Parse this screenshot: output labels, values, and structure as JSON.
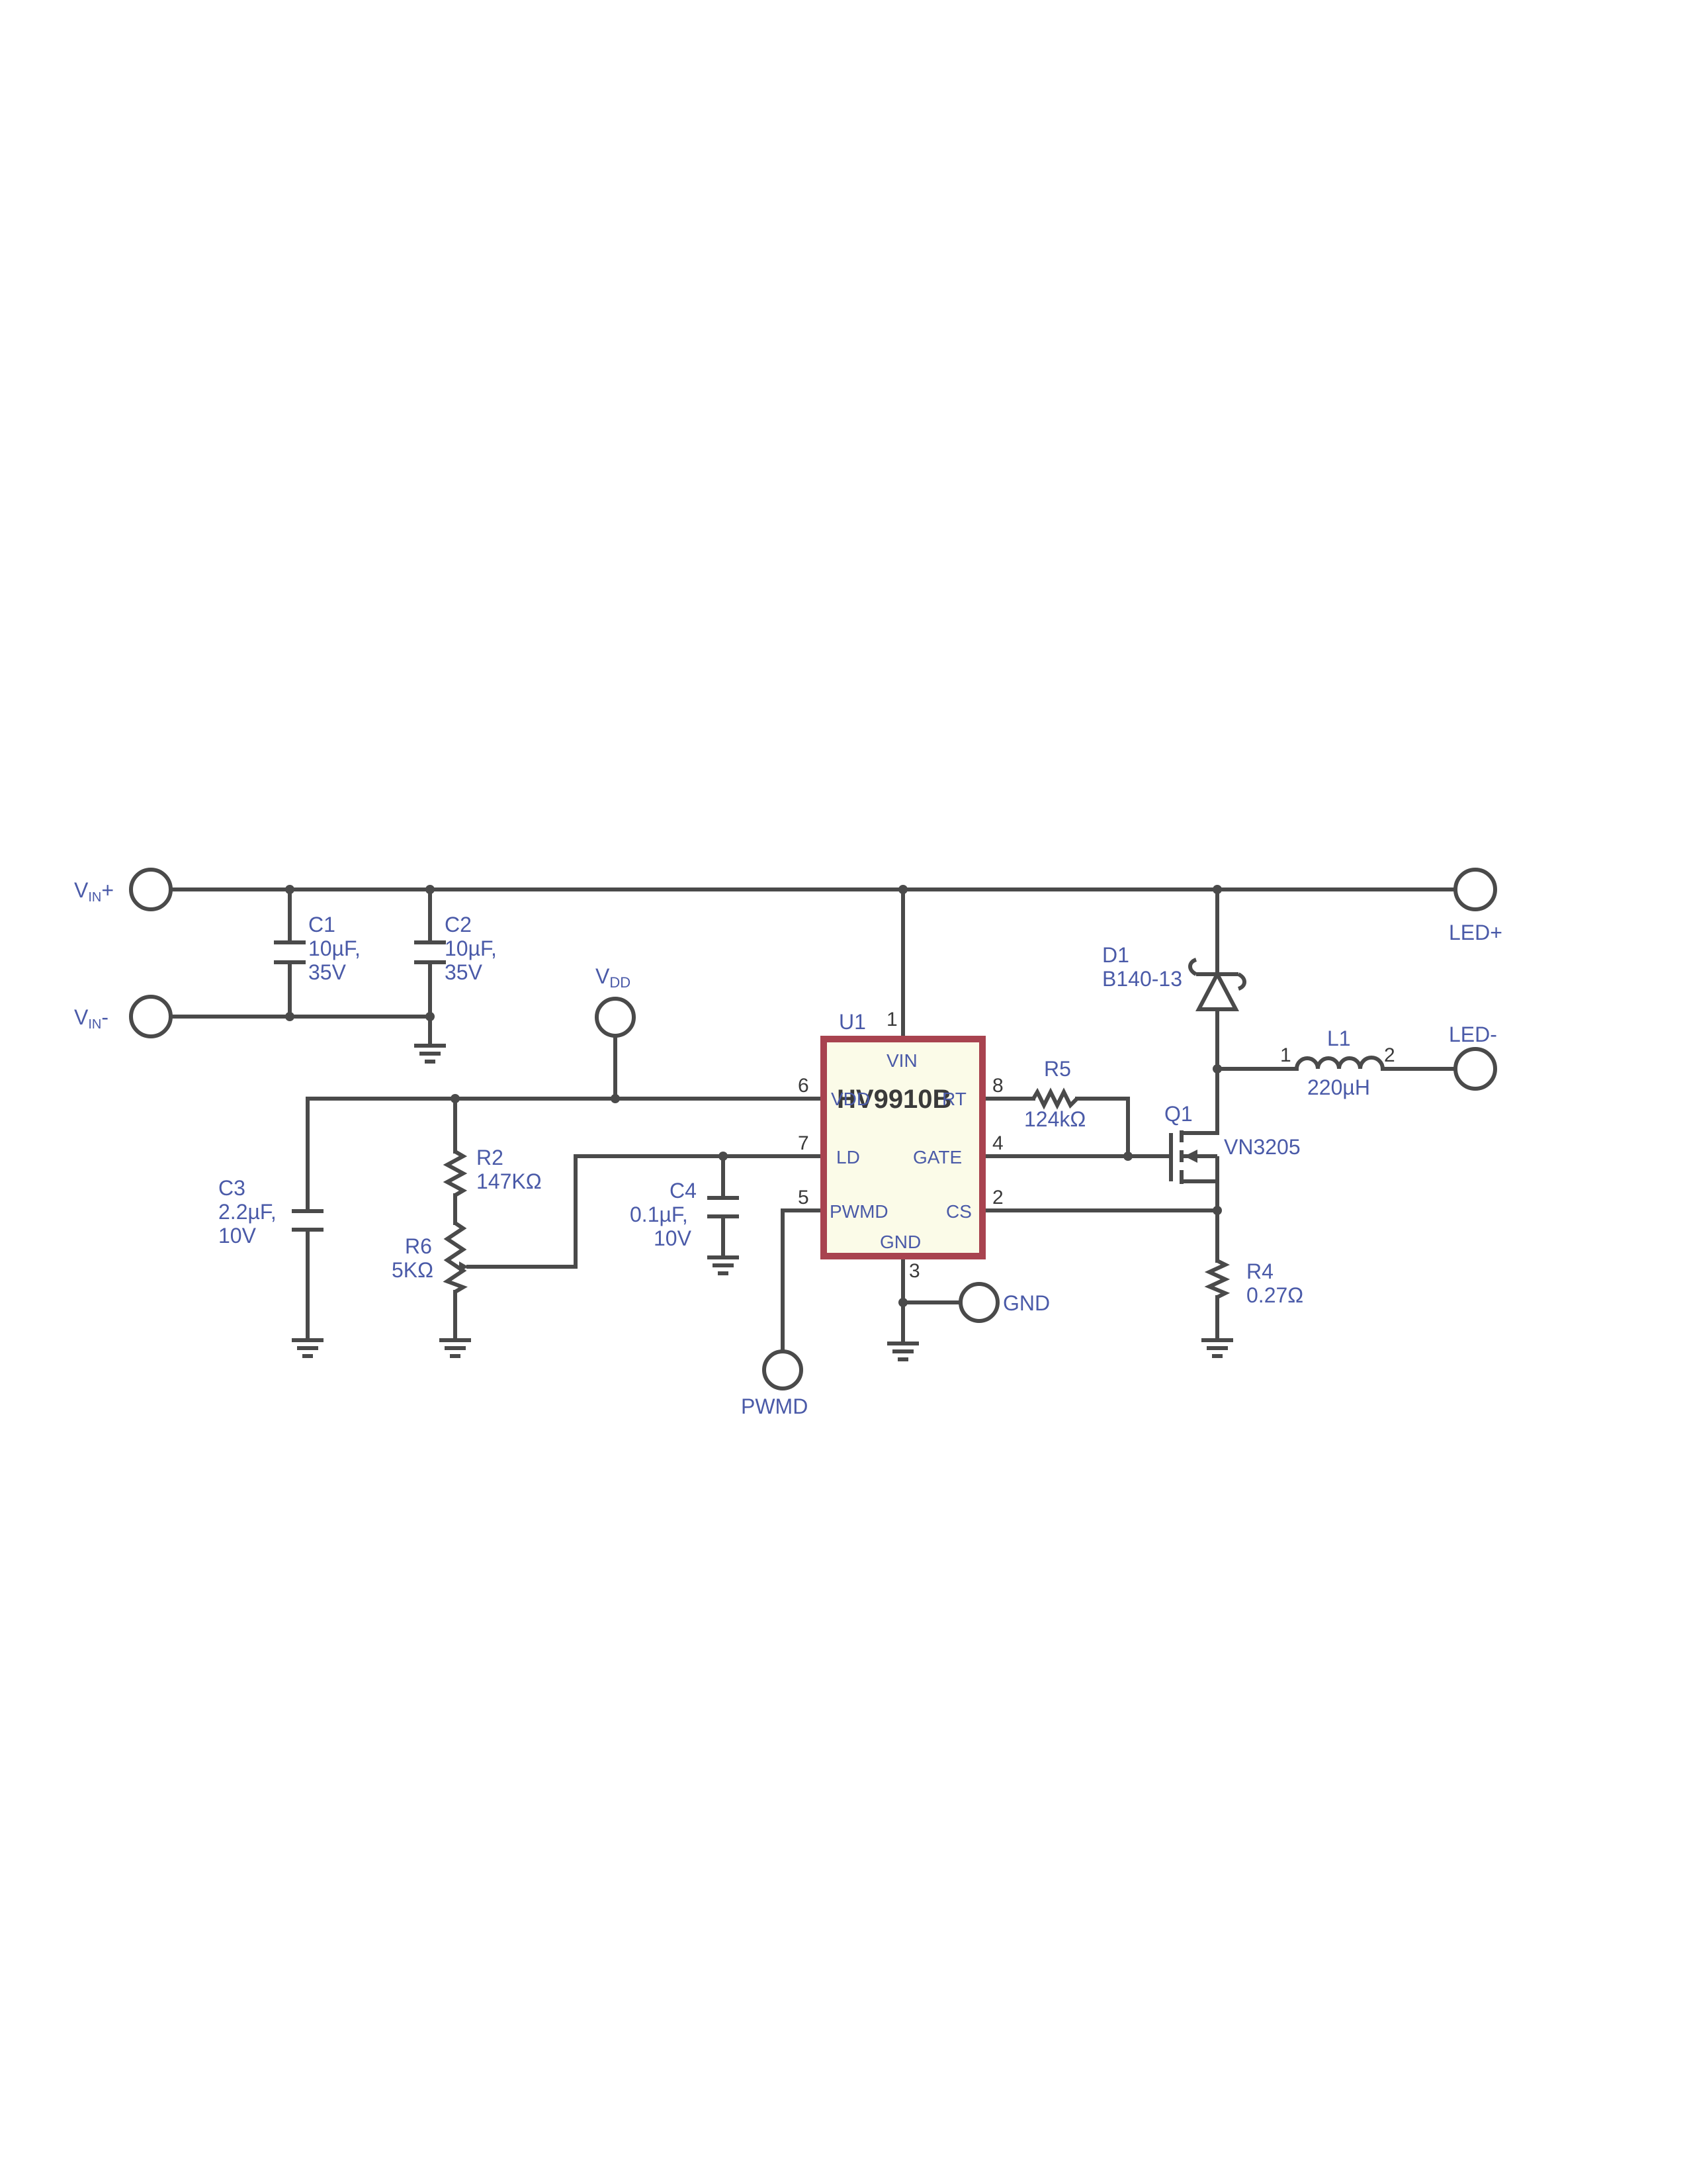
{
  "ic": {
    "ref": "U1",
    "part": "HV9910B",
    "pins": {
      "vin": "VIN",
      "vdd": "VDD",
      "rt": "RT",
      "ld": "LD",
      "gate": "GATE",
      "pwmd": "PWMD",
      "cs": "CS",
      "gnd": "GND"
    },
    "pin_numbers": {
      "vin": "1",
      "vdd": "6",
      "rt": "8",
      "ld": "7",
      "gate": "4",
      "pwmd": "5",
      "cs": "2",
      "gnd": "3"
    }
  },
  "terminals": {
    "vin_plus": {
      "main": "V",
      "sub": "IN",
      "suffix": "+"
    },
    "vin_minus": {
      "main": "V",
      "sub": "IN",
      "suffix": "-"
    },
    "vdd": {
      "main": "V",
      "sub": "DD"
    },
    "led_plus": "LED+",
    "led_minus": "LED-",
    "gnd": "GND",
    "pwmd": "PWMD"
  },
  "components": {
    "c1": {
      "ref": "C1",
      "value": "10µF,",
      "rating": "35V"
    },
    "c2": {
      "ref": "C2",
      "value": "10µF,",
      "rating": "35V"
    },
    "c3": {
      "ref": "C3",
      "value": "2.2µF,",
      "rating": "10V"
    },
    "c4": {
      "ref": "C4",
      "value": "0.1µF,",
      "rating": "10V"
    },
    "r2": {
      "ref": "R2",
      "value": "147KΩ"
    },
    "r6": {
      "ref": "R6",
      "value": "5KΩ"
    },
    "r5": {
      "ref": "R5",
      "value": "124kΩ"
    },
    "r4": {
      "ref": "R4",
      "value": "0.27Ω"
    },
    "d1": {
      "ref": "D1",
      "value": "B140-13"
    },
    "l1": {
      "ref": "L1",
      "value": "220µH",
      "pin1": "1",
      "pin2": "2"
    },
    "q1": {
      "ref": "Q1",
      "value": "VN3205"
    }
  },
  "colors": {
    "wire": "#4a4a4a",
    "label": "#4a5aa8",
    "ic_border": "#a8434f",
    "ic_fill": "#fbfbe8"
  }
}
